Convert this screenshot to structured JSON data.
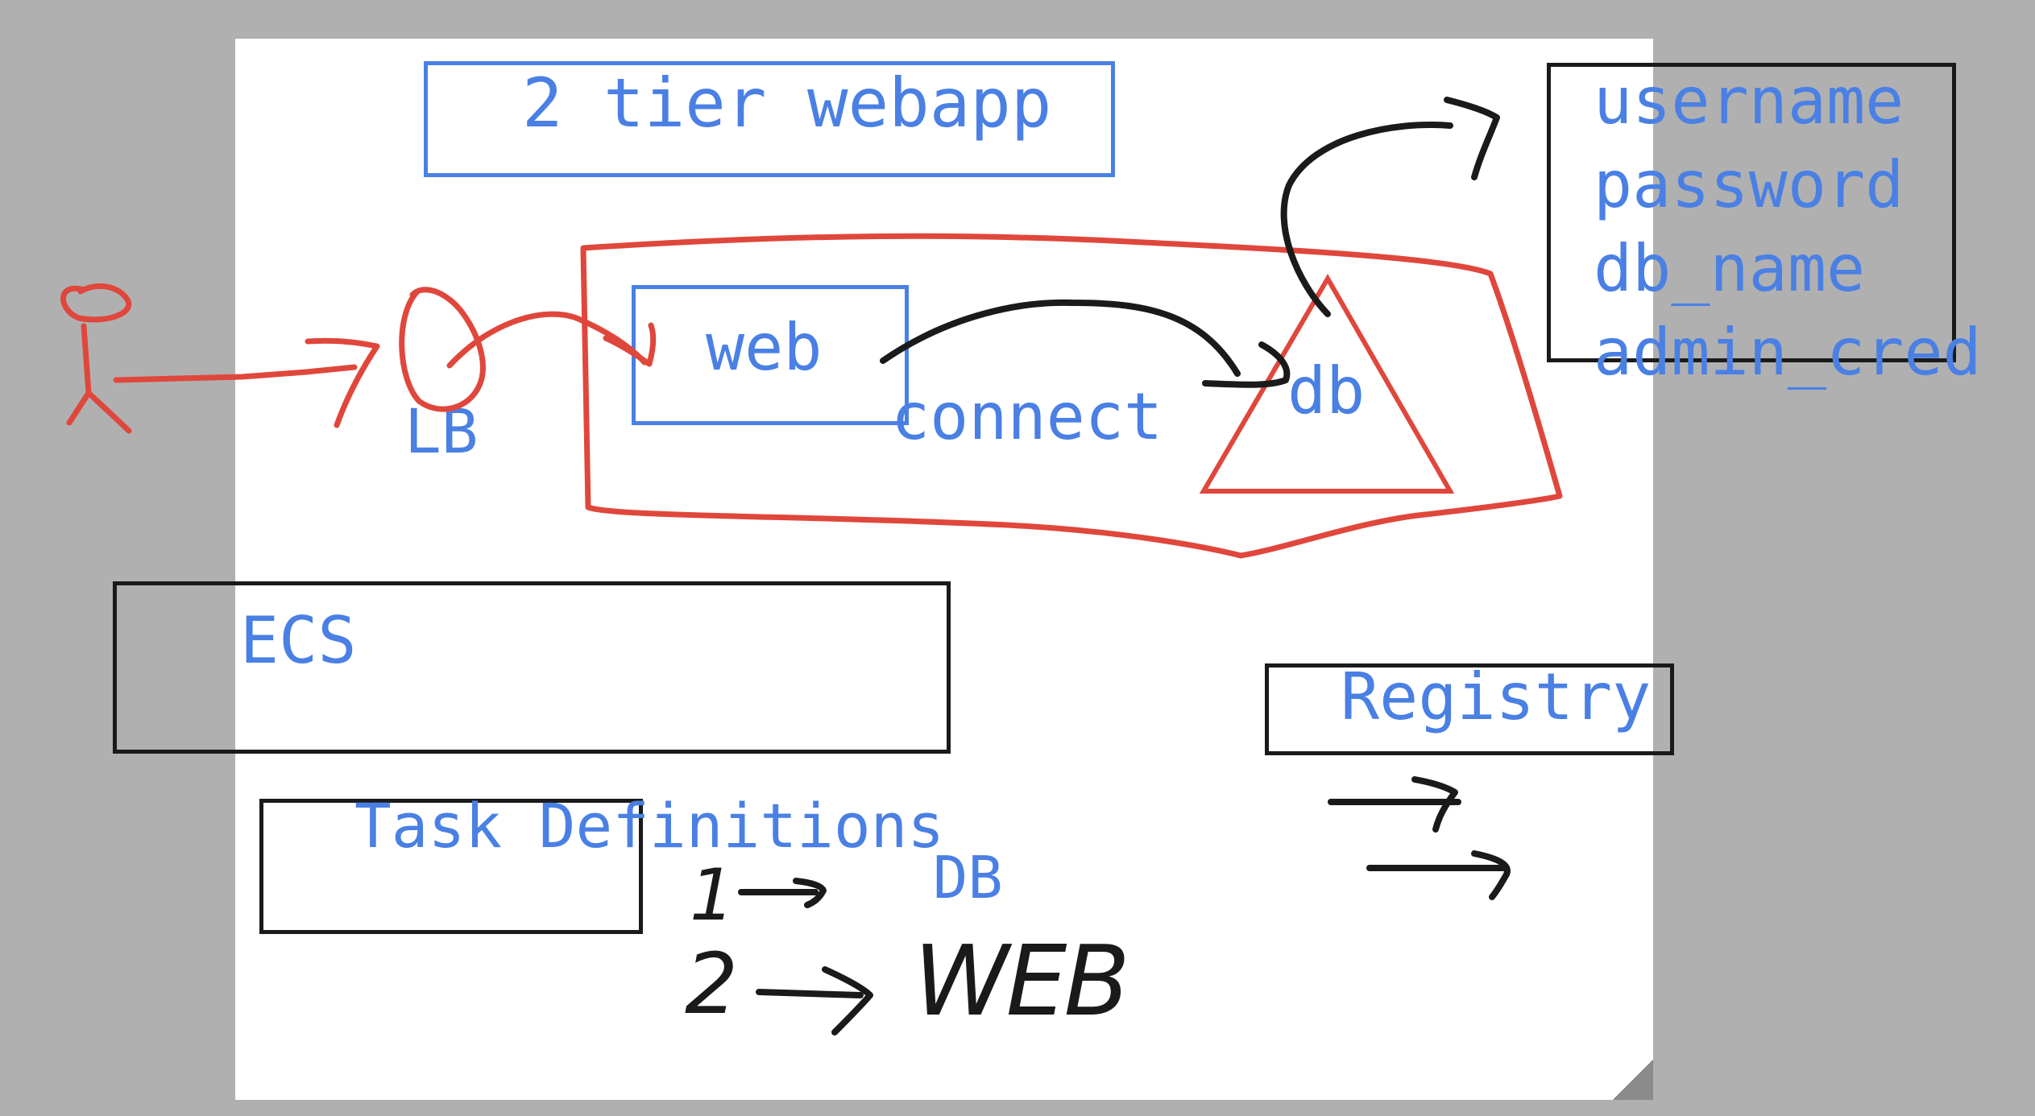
{
  "title": "2 tier webapp",
  "labels": {
    "web": "web",
    "lb": "LB",
    "connect": "connect",
    "db": "db",
    "ecs": "ECS",
    "registry": "Registry",
    "task_definitions": "Task Definitions",
    "db_upper": "DB"
  },
  "credentials": [
    "username",
    "password",
    "db_name",
    "admin_cred"
  ],
  "handwritten": {
    "item_1": "1",
    "item_2": "2",
    "web_note": "WEB"
  },
  "colors": {
    "text_blue": "#4a80e4",
    "ink_red": "#e0473c",
    "ink_black": "#1a1a1a",
    "background_gray": "#b0b0b0",
    "canvas_white": "#ffffff"
  }
}
